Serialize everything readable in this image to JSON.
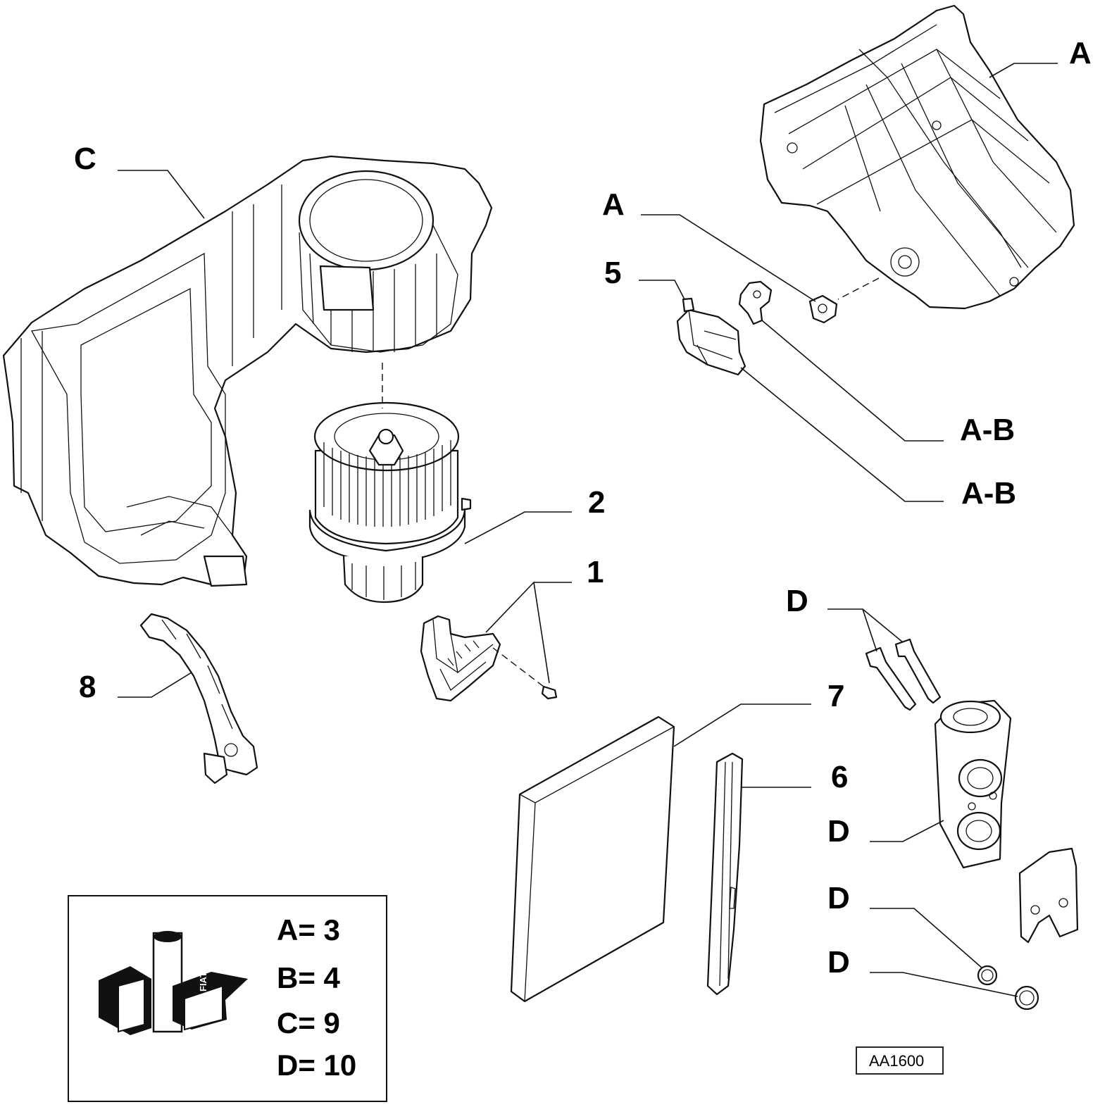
{
  "labels": {
    "A_top": "A",
    "C": "C",
    "A_mid": "A",
    "five": "5",
    "AB_1": "A-B",
    "AB_2": "A-B",
    "two": "2",
    "one": "1",
    "D_top": "D",
    "eight": "8",
    "seven": "7",
    "six": "6",
    "D_valve": "D",
    "D_ring1": "D",
    "D_ring2": "D"
  },
  "legend": {
    "lines": [
      "A= 3",
      "B= 4",
      "C= 9",
      "D= 10"
    ],
    "logo_text": "FIAT",
    "logo_icon": "fiat-lubricant-can-icon"
  },
  "reference": "AA1600",
  "colors": {
    "ink": "#111111",
    "paper": "#ffffff",
    "logo_fill": "#111111"
  }
}
